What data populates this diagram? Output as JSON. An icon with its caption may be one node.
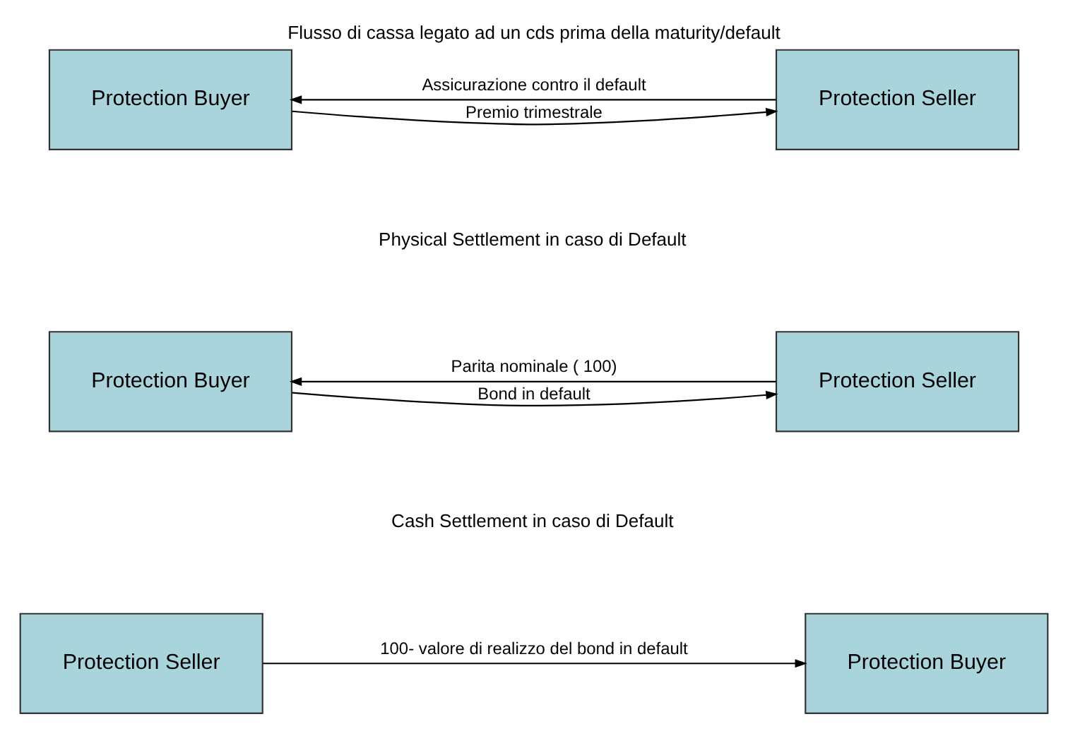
{
  "diagram": {
    "title": "Flusso di cassa legato ad un cds prima della maturity/default",
    "nodes": [
      {
        "text": [
          "Protection Buyer"
        ]
      },
      {
        "text": [
          "Protection Seller"
        ]
      },
      {
        "text": [
          "Protection Buyer"
        ]
      },
      {
        "text": [
          "Protection Seller"
        ]
      },
      {
        "text": [
          "Protection Buyer"
        ]
      },
      {
        "text": [
          "Protection Seller"
        ]
      }
    ],
    "edges": [
      {
        "from": 0,
        "to": 1,
        "arrow": "to",
        "label": "Premio trimestrale"
      },
      {
        "from": 1,
        "to": 0,
        "arrow": "to",
        "label": "Assicurazione contro il default"
      },
      {
        "from": 2,
        "to": 3,
        "arrow": "to",
        "label": "Bond in default"
      },
      {
        "from": 3,
        "to": 2,
        "arrow": "to",
        "label": "Parita nominale ( 100)"
      },
      {
        "from": 5,
        "to": 4,
        "arrow": "to",
        "label": "100- valore di realizzo del bond in default"
      }
    ],
    "labels": [
      "Physical Settlement in caso di Default",
      "Cash Settlement in caso di Default"
    ]
  }
}
